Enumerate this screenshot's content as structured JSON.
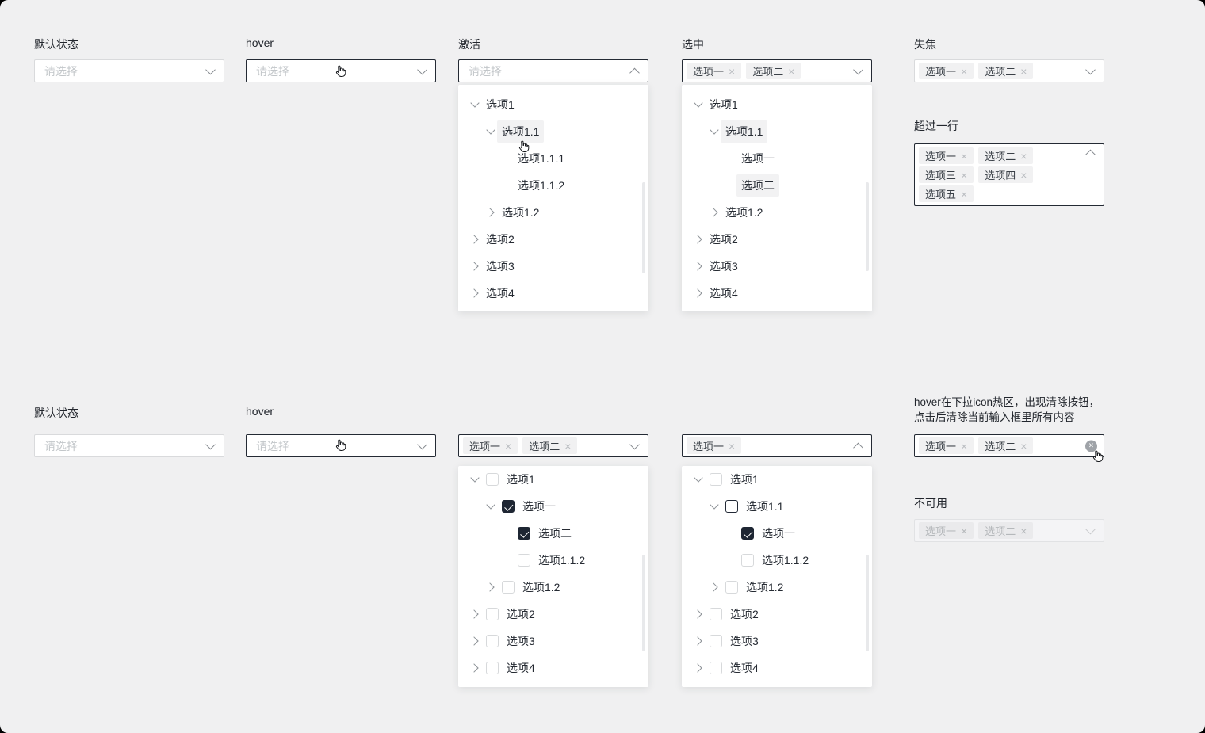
{
  "labels": {
    "default_state": "默认状态",
    "hover": "hover",
    "active": "激活",
    "selected": "选中",
    "blur": "失焦",
    "overflow": "超过一行",
    "default_state_2": "默认状态",
    "hover_2": "hover",
    "disabled": "不可用"
  },
  "note": {
    "line1": "hover在下拉icon热区，出现清除按钮，",
    "line2": "点击后清除当前输入框里所有内容"
  },
  "select": {
    "placeholder": "请选择"
  },
  "tags": {
    "one": "选项一",
    "two": "选项二",
    "three": "选项三",
    "four": "选项四",
    "five": "选项五"
  },
  "icons": {
    "remove": "×",
    "clear": "×"
  },
  "trees": {
    "active": {
      "rows": [
        {
          "label": "选项1"
        },
        {
          "label": "选项1.1"
        },
        {
          "label": "选项1.1.1"
        },
        {
          "label": "选项1.1.2"
        },
        {
          "label": "选项1.2"
        },
        {
          "label": "选项2"
        },
        {
          "label": "选项3"
        },
        {
          "label": "选项4"
        }
      ]
    },
    "selected": {
      "rows": [
        {
          "label": "选项1"
        },
        {
          "label": "选项1.1"
        },
        {
          "label": "选项一"
        },
        {
          "label": "选项二"
        },
        {
          "label": "选项1.2"
        },
        {
          "label": "选项2"
        },
        {
          "label": "选项3"
        },
        {
          "label": "选项4"
        }
      ]
    },
    "multi_hover": {
      "rows": [
        {
          "label": "选项1",
          "state": "unchecked"
        },
        {
          "label": "选项一",
          "state": "checked"
        },
        {
          "label": "选项二",
          "state": "checked"
        },
        {
          "label": "选项1.1.2",
          "state": "unchecked"
        },
        {
          "label": "选项1.2",
          "state": "unchecked"
        },
        {
          "label": "选项2",
          "state": "unchecked"
        },
        {
          "label": "选项3",
          "state": "unchecked"
        },
        {
          "label": "选项4",
          "state": "unchecked"
        }
      ]
    },
    "multi_indeterminate": {
      "rows": [
        {
          "label": "选项1",
          "state": "unchecked"
        },
        {
          "label": "选项1.1",
          "state": "indeterminate"
        },
        {
          "label": "选项一",
          "state": "checked"
        },
        {
          "label": "选项1.1.2",
          "state": "unchecked"
        },
        {
          "label": "选项1.2",
          "state": "unchecked"
        },
        {
          "label": "选项2",
          "state": "unchecked"
        },
        {
          "label": "选项3",
          "state": "unchecked"
        },
        {
          "label": "选项4",
          "state": "unchecked"
        }
      ]
    }
  },
  "colors": {
    "page_bg": "#f0f0f1",
    "border_default": "#d9dadc",
    "border_focus": "#242a34",
    "tag_bg": "#f1f1f2",
    "checkbox_checked": "#1e2633",
    "highlight_bg": "#f2f2f3",
    "placeholder": "#c2c6c9",
    "disabled_bg": "#f4f4f6"
  }
}
